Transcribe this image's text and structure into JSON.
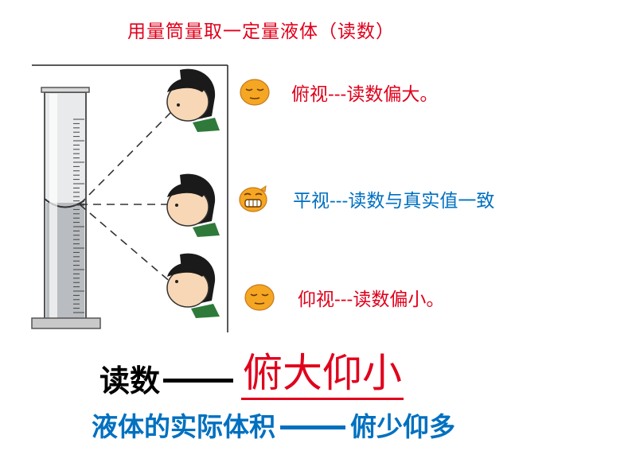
{
  "title": "用量筒量取一定量液体（读数）",
  "notes": {
    "top": "俯视---读数偏大。",
    "middle": "平视---读数与真实值一致",
    "bottom": "仰视---读数偏小。"
  },
  "rule": {
    "label": "读数",
    "key": "俯大仰小"
  },
  "volume": {
    "label": "液体的实际体积",
    "value": "俯少仰多"
  },
  "colors": {
    "red": "#e0001b",
    "blue": "#0070c0",
    "emoji": "#f5a623"
  },
  "icons": [
    "graduated-cylinder",
    "boy-face",
    "sleepy-emoji",
    "grinning-emoji"
  ]
}
